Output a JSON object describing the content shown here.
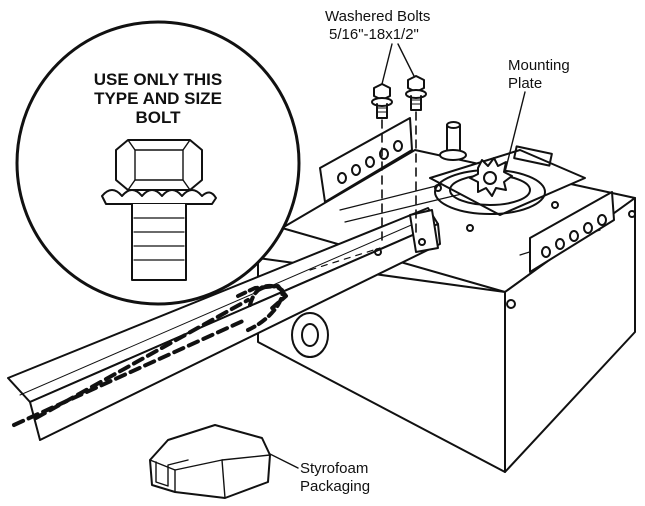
{
  "callout": {
    "line1": "USE ONLY THIS",
    "line2": "TYPE AND SIZE",
    "line3": "BOLT"
  },
  "labels": {
    "bolts_line1": "Washered Bolts",
    "bolts_line2": "5/16\"-18x1/2\"",
    "plate_line1": "Mounting",
    "plate_line2": "Plate",
    "foam_line1": "Styrofoam",
    "foam_line2": "Packaging"
  },
  "colors": {
    "ink": "#111111",
    "paper": "#ffffff"
  }
}
